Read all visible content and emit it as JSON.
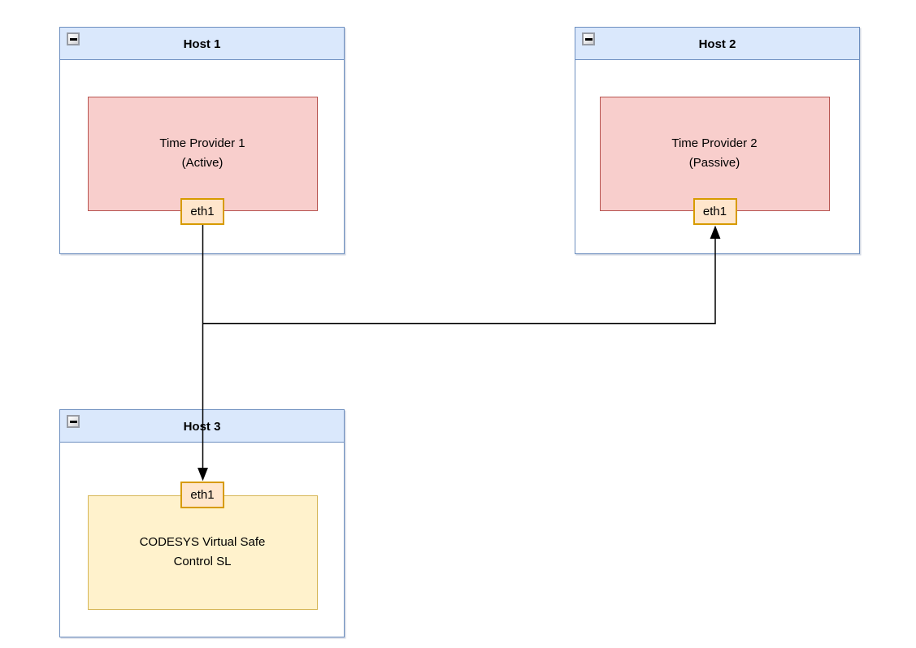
{
  "colors": {
    "host_header_fill": "#dae8fc",
    "host_border": "#6c8ebf",
    "host_body_fill": "#ffffff",
    "provider_fill": "#f8cecc",
    "provider_border": "#b85450",
    "safe_fill": "#fff2cc",
    "safe_border": "#d6b656",
    "port_fill": "#ffe6cc",
    "port_border": "#d79b00",
    "connector_color": "#000000",
    "canvas_bg": "#ffffff"
  },
  "hosts": [
    {
      "title": "Host 1",
      "collapse_icon": "minus-icon",
      "node": {
        "type": "provider",
        "lines": [
          "Time Provider 1",
          "(Active)"
        ]
      },
      "port": {
        "label": "eth1",
        "position": "bottom"
      }
    },
    {
      "title": "Host 2",
      "collapse_icon": "minus-icon",
      "node": {
        "type": "provider",
        "lines": [
          "Time Provider 2",
          "(Passive)"
        ]
      },
      "port": {
        "label": "eth1",
        "position": "bottom"
      }
    },
    {
      "title": "Host 3",
      "collapse_icon": "minus-icon",
      "node": {
        "type": "safe-control",
        "lines": [
          "CODESYS Virtual Safe",
          "Control SL"
        ]
      },
      "port": {
        "label": "eth1",
        "position": "top"
      }
    }
  ],
  "connections": [
    {
      "from": "Host 1 / eth1",
      "to": "Host 3 / eth1",
      "arrow": "filled-triangle-at-target"
    },
    {
      "from": "Host 1 / eth1",
      "to": "Host 2 / eth1",
      "arrow": "filled-triangle-at-target"
    }
  ]
}
